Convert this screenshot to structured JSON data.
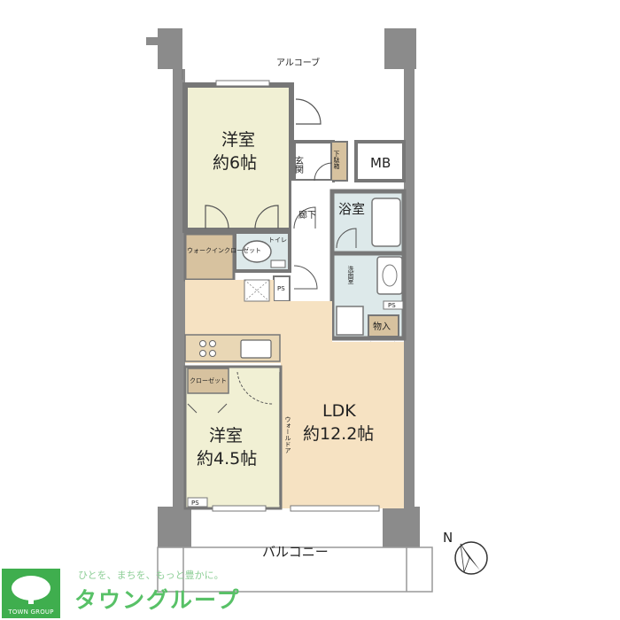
{
  "rooms": {
    "western_room_1": {
      "name": "洋室",
      "size": "約6帖"
    },
    "western_room_2": {
      "name": "洋室",
      "size": "約4.5帖"
    },
    "ldk": {
      "name": "LDK",
      "size": "約12.2帖"
    },
    "entrance": "玄関",
    "shoe_box": "下駄箱",
    "hallway": "廊下",
    "bathroom": "浴室",
    "washroom": "洗面室",
    "toilet": "トイレ",
    "walk_in_closet": "ウォークインクローゼット",
    "closet": "クローゼット",
    "storage": "物入",
    "mb": "MB",
    "ps": "PS",
    "ps_small": "PS",
    "ps_bottom": "PS",
    "wall_door": "ウォールドア"
  },
  "outside": {
    "alcove": "アルコーブ",
    "balcony": "バルコニー"
  },
  "compass": {
    "label": "N"
  },
  "brand": {
    "tagline": "ひとを、まちを、もっと豊かに。",
    "name": "タウングループ",
    "logo_text": "TOWN GROUP"
  },
  "colors": {
    "western_floor": "#f1f0d4",
    "ldk_floor": "#f6e2c2",
    "wet_area": "#dde9ea",
    "closet": "#d7c29f",
    "wall": "#777777",
    "brand_green": "#3fae4e"
  }
}
